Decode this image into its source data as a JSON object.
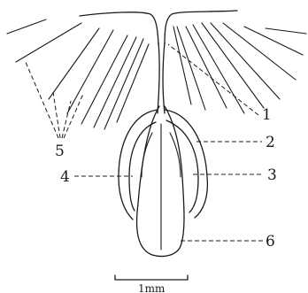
{
  "labels": {
    "l1": "1",
    "l2": "2",
    "l3": "3",
    "l4": "4",
    "l5": "5",
    "l6": "6"
  },
  "scale_bar": {
    "text": "1mm"
  },
  "colors": {
    "ink": "#1a1a1a",
    "background": "#ffffff"
  }
}
